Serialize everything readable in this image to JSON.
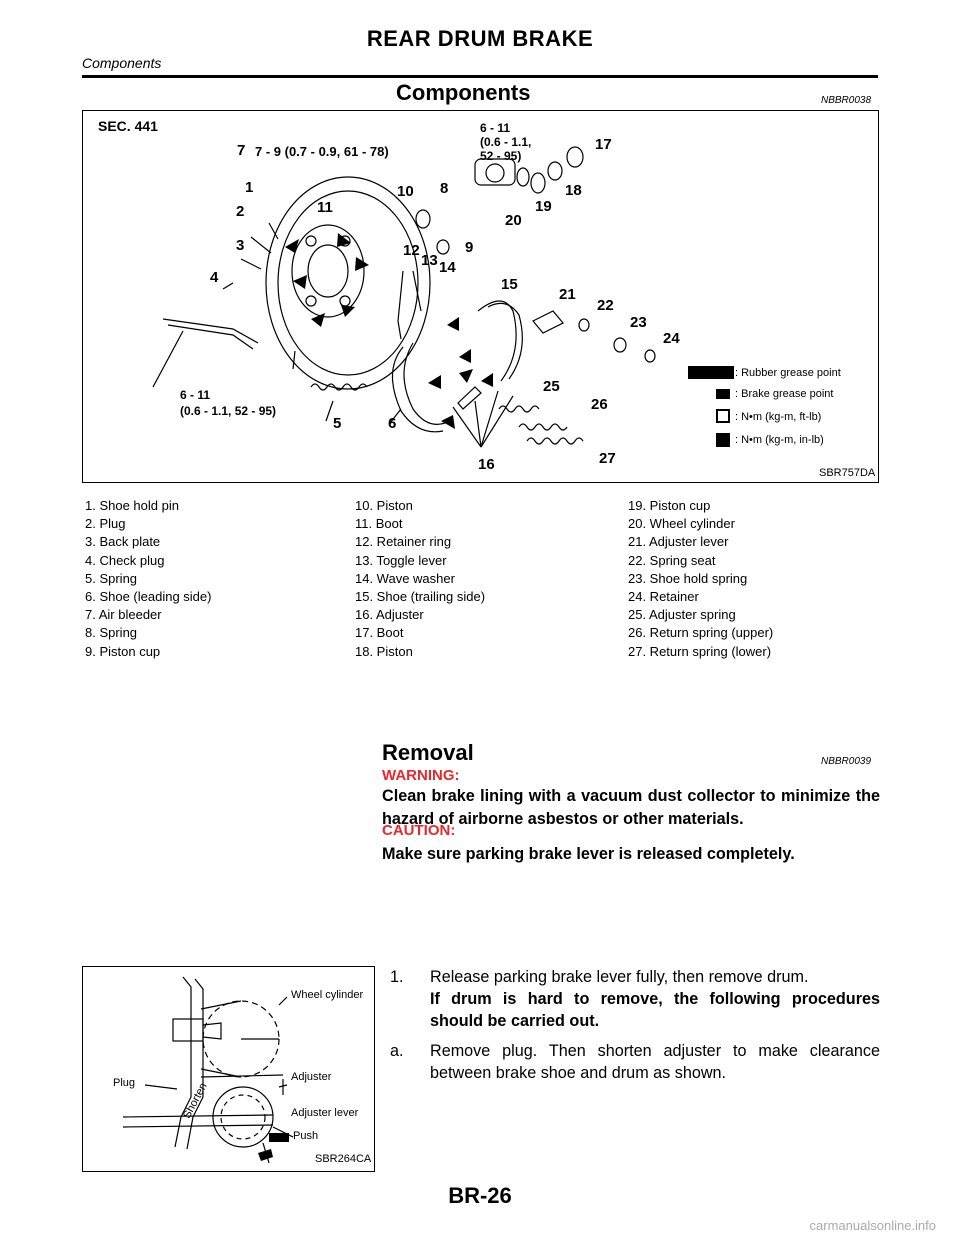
{
  "header": {
    "title": "REAR DRUM BRAKE",
    "subtitle": "Components"
  },
  "components_section": {
    "title": "Components",
    "code": "NBBR0038"
  },
  "figure1": {
    "sec_label": "SEC. 441",
    "torque_7": "7 - 9 (0.7 - 0.9, 61 - 78)",
    "torque_top_line1": "6 - 11",
    "torque_top_line2": "(0.6 - 1.1,",
    "torque_top_line3": "52 - 95)",
    "torque_bottom_line1": "6 - 11",
    "torque_bottom_line2": "(0.6 - 1.1, 52 - 95)",
    "legend_rubber": ": Rubber grease point",
    "legend_brake": ": Brake grease point",
    "legend_nm_ftlb": ": N•m (kg-m, ft-lb)",
    "legend_nm_inlb": ": N•m (kg-m, in-lb)",
    "callouts": [
      "1",
      "2",
      "3",
      "4",
      "5",
      "6",
      "7",
      "8",
      "9",
      "10",
      "11",
      "12",
      "13",
      "14",
      "15",
      "16",
      "17",
      "18",
      "19",
      "20",
      "21",
      "22",
      "23",
      "24",
      "25",
      "26",
      "27"
    ],
    "figure_id": "SBR757DA"
  },
  "parts_list": {
    "col1": [
      "1. Shoe hold pin",
      "2. Plug",
      "3. Back plate",
      "4. Check plug",
      "5. Spring",
      "6. Shoe (leading side)",
      "7. Air bleeder",
      "8. Spring",
      "9. Piston cup"
    ],
    "col2": [
      "10. Piston",
      "11. Boot",
      "12. Retainer ring",
      "13. Toggle lever",
      "14. Wave washer",
      "15. Shoe (trailing side)",
      "16. Adjuster",
      "17. Boot",
      "18. Piston"
    ],
    "col3": [
      "19. Piston cup",
      "20. Wheel cylinder",
      "21. Adjuster lever",
      "22. Spring seat",
      "23. Shoe hold spring",
      "24. Retainer",
      "25. Adjuster spring",
      "26. Return spring (upper)",
      "27. Return spring (lower)"
    ]
  },
  "removal_section": {
    "title": "Removal",
    "code": "NBBR0039",
    "warning_label": "WARNING:",
    "warning_text": "Clean brake lining with a vacuum dust collector to minimize the hazard of airborne asbestos or other materials.",
    "caution_label": "CAUTION:",
    "caution_text": "Make sure parking brake lever is released completely."
  },
  "figure2": {
    "label_wheel_cylinder": "Wheel cylinder",
    "label_plug": "Plug",
    "label_adjuster": "Adjuster",
    "label_adjuster_lever": "Adjuster lever",
    "label_shorten": "Shorten",
    "label_push": "Push",
    "figure_id": "SBR264CA"
  },
  "steps": [
    {
      "num": "1.",
      "text": "Release parking brake lever fully, then remove drum.",
      "bold_text": "If drum is hard to remove, the following procedures should be carried out."
    },
    {
      "num": "a.",
      "text": "Remove plug. Then shorten adjuster to make clearance between brake shoe and drum as shown."
    }
  ],
  "footer": {
    "page_number": "BR-26",
    "watermark": "carmanualsonline.info"
  },
  "colors": {
    "warning": "#e8282d",
    "text": "#000000",
    "watermark": "#aaaaaa"
  }
}
